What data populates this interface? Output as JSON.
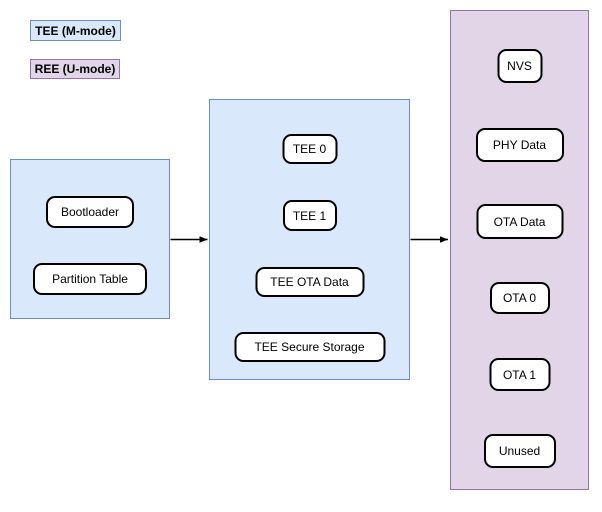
{
  "diagram": {
    "legend": [
      {
        "id": "tee",
        "label": "TEE (M-mode)",
        "fill": "#dae8fc",
        "border": "#6c8ebf"
      },
      {
        "id": "ree",
        "label": "REE (U-mode)",
        "fill": "#e1d5e7",
        "border": "#9673a6"
      }
    ],
    "containers": [
      {
        "id": "boot",
        "type": "tee",
        "nodes": [
          "Bootloader",
          "Partition Table"
        ]
      },
      {
        "id": "tee",
        "type": "tee",
        "nodes": [
          "TEE 0",
          "TEE 1",
          "TEE OTA Data",
          "TEE Secure Storage"
        ]
      },
      {
        "id": "ree",
        "type": "ree",
        "nodes": [
          "NVS",
          "PHY Data",
          "OTA Data",
          "OTA 0",
          "OTA 1",
          "Unused"
        ]
      }
    ],
    "connectors": [
      {
        "from": "boot",
        "to": "tee",
        "style": "arrow-right"
      },
      {
        "from": "tee",
        "to": "ree",
        "style": "arrow-right"
      }
    ],
    "colors": {
      "tee_fill": "#dae8fc",
      "tee_border": "#6c8ebf",
      "ree_fill": "#e1d5e7",
      "ree_border": "#9673a6",
      "node_fill": "#ffffff",
      "node_border": "#000000",
      "arrow": "#000000"
    }
  }
}
